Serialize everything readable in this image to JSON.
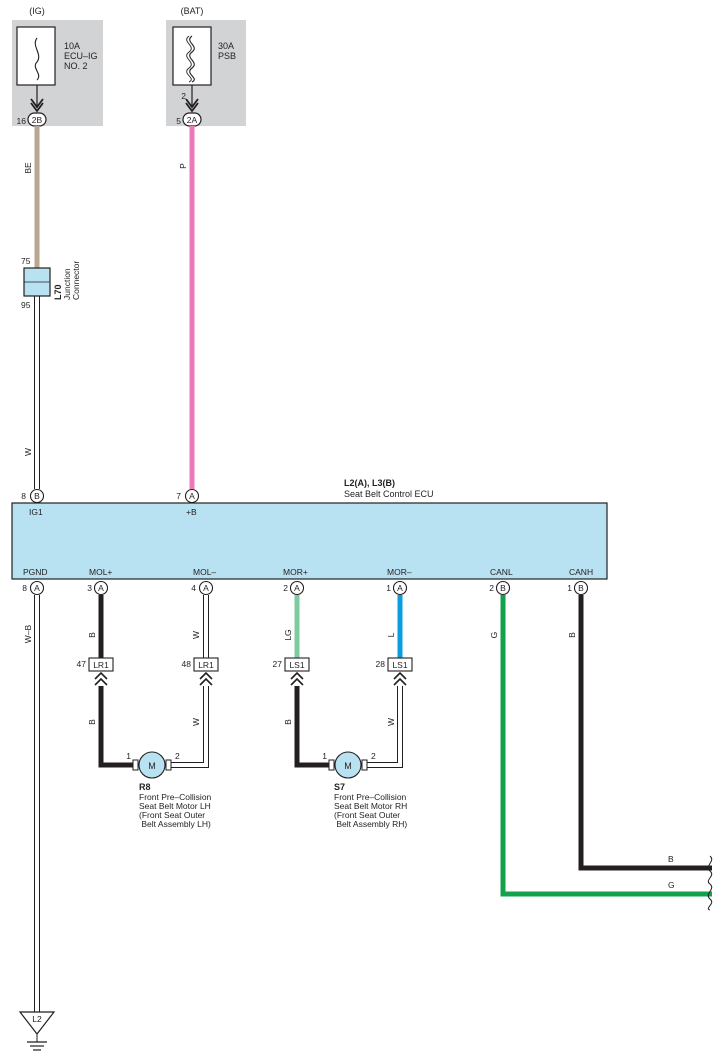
{
  "power": {
    "ig": {
      "supply": "(IG)",
      "fuse_rating": "10A",
      "fuse_name": [
        "ECU–IG",
        "NO. 2"
      ],
      "pin": "16",
      "connector": "2B",
      "wire_color_code": "BE",
      "wire_color": "#b9a792"
    },
    "bat": {
      "supply": "(BAT)",
      "fuse_rating": "30A",
      "fuse_name": [
        "PSB"
      ],
      "fuse_pin": "2",
      "pin": "5",
      "connector": "2A",
      "wire_color_code": "P",
      "wire_color": "#ea7ab8"
    }
  },
  "junction": {
    "ref": "L70",
    "name": [
      "Junction",
      "Connector"
    ],
    "pin_in": "75",
    "pin_out": "95",
    "fill_color": "#b8e1f2",
    "out_wire_color_code": "W"
  },
  "ecu": {
    "ref": "L2(A), L3(B)",
    "name": "Seat Belt Control ECU",
    "fill_color": "#b8e1f2",
    "top_terminals": [
      {
        "pin": "8",
        "connector": "B",
        "label": "IG1"
      },
      {
        "pin": "7",
        "connector": "A",
        "label": "+B"
      }
    ],
    "bottom_terminals": [
      {
        "pin": "8",
        "connector": "A",
        "label": "PGND",
        "wire_color_code": "W–B"
      },
      {
        "pin": "3",
        "connector": "A",
        "label": "MOL+",
        "wire_color_code": "B"
      },
      {
        "pin": "4",
        "connector": "A",
        "label": "MOL–",
        "wire_color_code": "W"
      },
      {
        "pin": "2",
        "connector": "A",
        "label": "MOR+",
        "wire_color_code": "LG"
      },
      {
        "pin": "1",
        "connector": "A",
        "label": "MOR–",
        "wire_color_code": "L"
      },
      {
        "pin": "2",
        "connector": "B",
        "label": "CANL",
        "wire_color_code": "G"
      },
      {
        "pin": "1",
        "connector": "B",
        "label": "CANH",
        "wire_color_code": "B"
      }
    ]
  },
  "inline_connectors": [
    {
      "pin": "47",
      "label": "LR1",
      "below_wire_color_code": "B"
    },
    {
      "pin": "48",
      "label": "LR1",
      "below_wire_color_code": "W"
    },
    {
      "pin": "27",
      "label": "LS1",
      "below_wire_color_code": "B"
    },
    {
      "pin": "28",
      "label": "LS1",
      "below_wire_color_code": "W"
    }
  ],
  "motors": [
    {
      "ref": "R8",
      "symbol": "M",
      "pin_left": "1",
      "pin_right": "2",
      "name": [
        "Front Pre–Collision",
        "Seat Belt Motor LH",
        "(Front Seat Outer",
        " Belt Assembly LH)"
      ]
    },
    {
      "ref": "S7",
      "symbol": "M",
      "pin_left": "1",
      "pin_right": "2",
      "name": [
        "Front Pre–Collision",
        "Seat Belt Motor RH",
        "(Front Seat Outer",
        " Belt Assembly RH)"
      ]
    }
  ],
  "can_lines": {
    "canh_wire_color_code": "B",
    "canl_wire_color_code": "G"
  },
  "ground": {
    "label": "L2"
  },
  "colors": {
    "black": "#231f20",
    "pink": "#ea7ab8",
    "beige": "#b9a792",
    "light_green": "#7ecba1",
    "blue": "#0a9ee0",
    "green": "#12a24b",
    "fuse_box_bg": "#d1d3d4",
    "component_fill": "#b8e1f2"
  }
}
